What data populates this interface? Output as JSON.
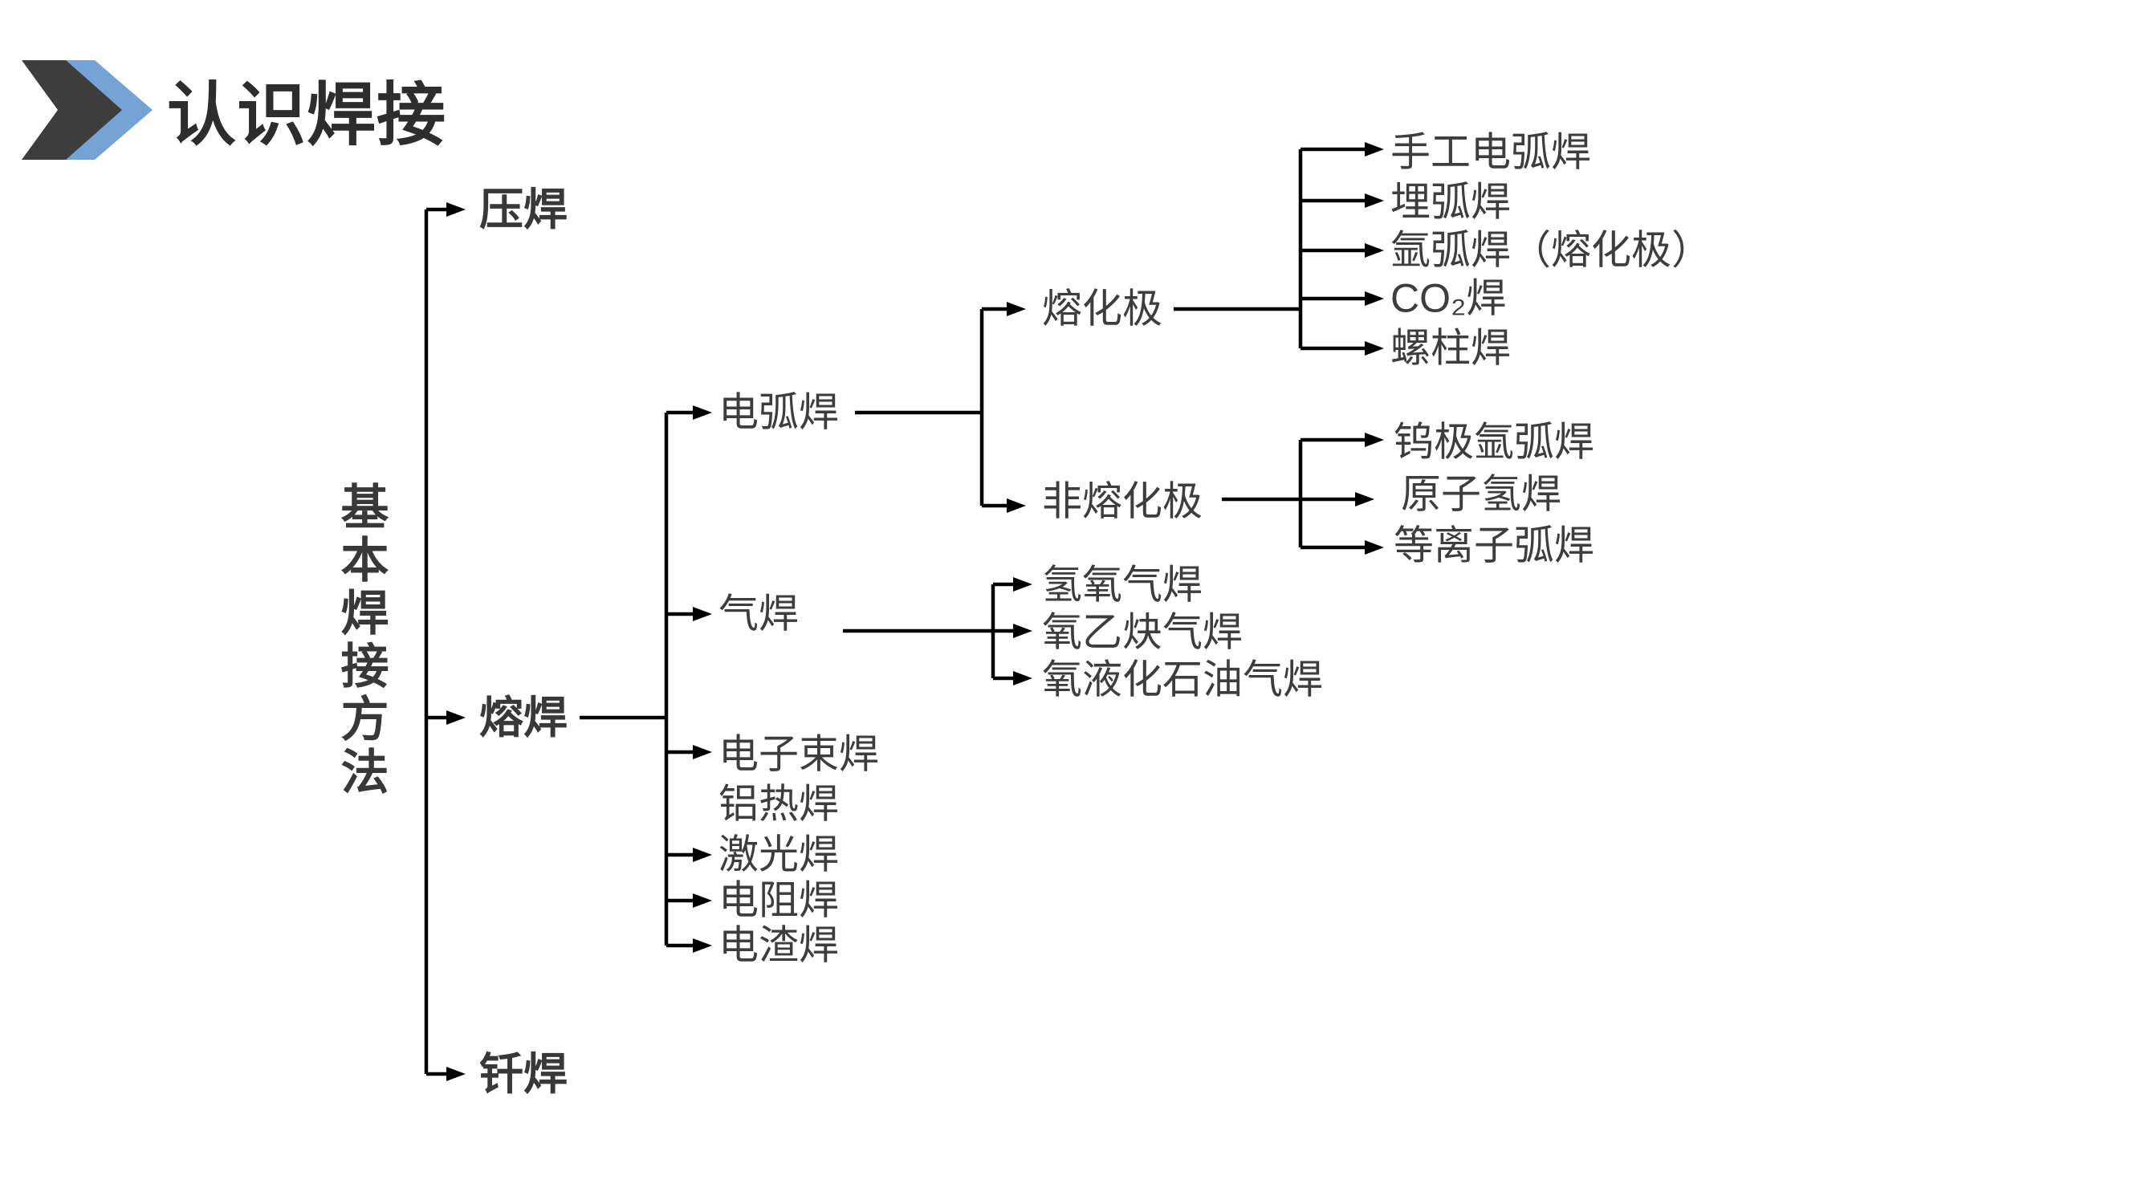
{
  "title": {
    "text": "认识焊接"
  },
  "colors": {
    "accent_blue": "#75A3D6",
    "icon_dark": "#3D3D3D",
    "text_dark": "#3D3D3D",
    "line_black": "#000000",
    "background": "#FFFFFF"
  },
  "diagram": {
    "root_label": "基本焊接方法",
    "branches": [
      {
        "label": "压焊",
        "children": []
      },
      {
        "label": "熔焊",
        "children": [
          {
            "label": "电弧焊",
            "children": [
              {
                "label": "熔化极",
                "children": [
                  {
                    "label": "手工电弧焊"
                  },
                  {
                    "label": "埋弧焊"
                  },
                  {
                    "label": "氩弧焊（熔化极）"
                  },
                  {
                    "label": "CO₂焊"
                  },
                  {
                    "label": "螺柱焊"
                  }
                ]
              },
              {
                "label": "非熔化极",
                "children": [
                  {
                    "label": "钨极氩弧焊"
                  },
                  {
                    "label": "原子氢焊"
                  },
                  {
                    "label": "等离子弧焊"
                  }
                ]
              }
            ]
          },
          {
            "label": "气焊",
            "children": [
              {
                "label": "氢氧气焊"
              },
              {
                "label": "氧乙炔气焊"
              },
              {
                "label": "氧液化石油气焊"
              }
            ]
          },
          {
            "label": "电子束焊",
            "has_arrow": true
          },
          {
            "label": "铝热焊",
            "has_arrow": false
          },
          {
            "label": "激光焊",
            "has_arrow": true
          },
          {
            "label": "电阻焊",
            "has_arrow": true
          },
          {
            "label": "电渣焊",
            "has_arrow": true
          }
        ]
      },
      {
        "label": "钎焊",
        "children": []
      }
    ]
  }
}
